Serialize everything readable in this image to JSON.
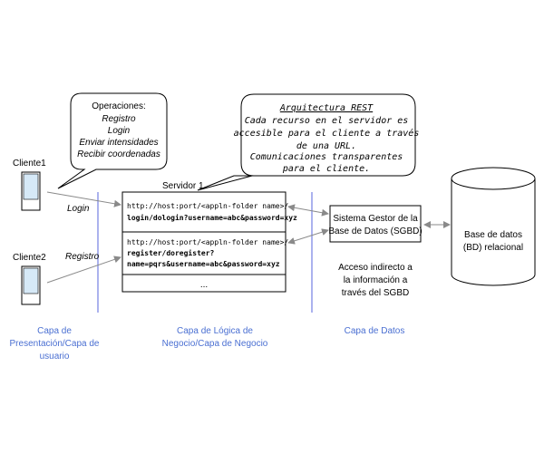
{
  "operaciones_bubble": {
    "title": "Operaciones:",
    "items": [
      "Registro",
      "Login",
      "Enviar intensidades",
      "Recibir coordenadas"
    ]
  },
  "rest_bubble": {
    "title": "Arquitectura REST",
    "lines": [
      "Cada recurso en el servidor es",
      "accesible para el cliente a través",
      "de una URL.",
      "Comunicaciones transparentes",
      "para el cliente."
    ]
  },
  "clients": {
    "client1": "Cliente1",
    "client2": "Cliente2",
    "login_label": "Login",
    "registro_label": "Registro"
  },
  "server": {
    "label": "Servidor 1",
    "url1_line1": "http://host:port/<appln-folder name>/",
    "url1_line2": "login/dologin?username=abc&password=xyz",
    "url2_line1": "http://host:port/<appln-folder name>/",
    "url2_line2": "register/doregister?",
    "url2_line3": "name=pqrs&username=abc&password=xyz",
    "ellipsis": "..."
  },
  "sgbd": {
    "line1": "Sistema Gestor de la",
    "line2": "Base de Datos (SGBD)"
  },
  "database": {
    "line1": "Base de datos",
    "line2": "(BD) relacional"
  },
  "access_note": {
    "line1": "Acceso indirecto a",
    "line2": "la información a",
    "line3": "través del SGBD"
  },
  "layers": {
    "presentation_line1": "Capa de",
    "presentation_line2": "Presentación/Capa de",
    "presentation_line3": "usuario",
    "logic_line1": "Capa de Lógica de",
    "logic_line2": "Negocio/Capa de Negocio",
    "data": "Capa de Datos"
  },
  "colors": {
    "layer_divider": "#8f99e8",
    "layer_text": "#4a6fd2",
    "arrow": "#8a8a8a",
    "client_screen": "#d6e9f7"
  }
}
